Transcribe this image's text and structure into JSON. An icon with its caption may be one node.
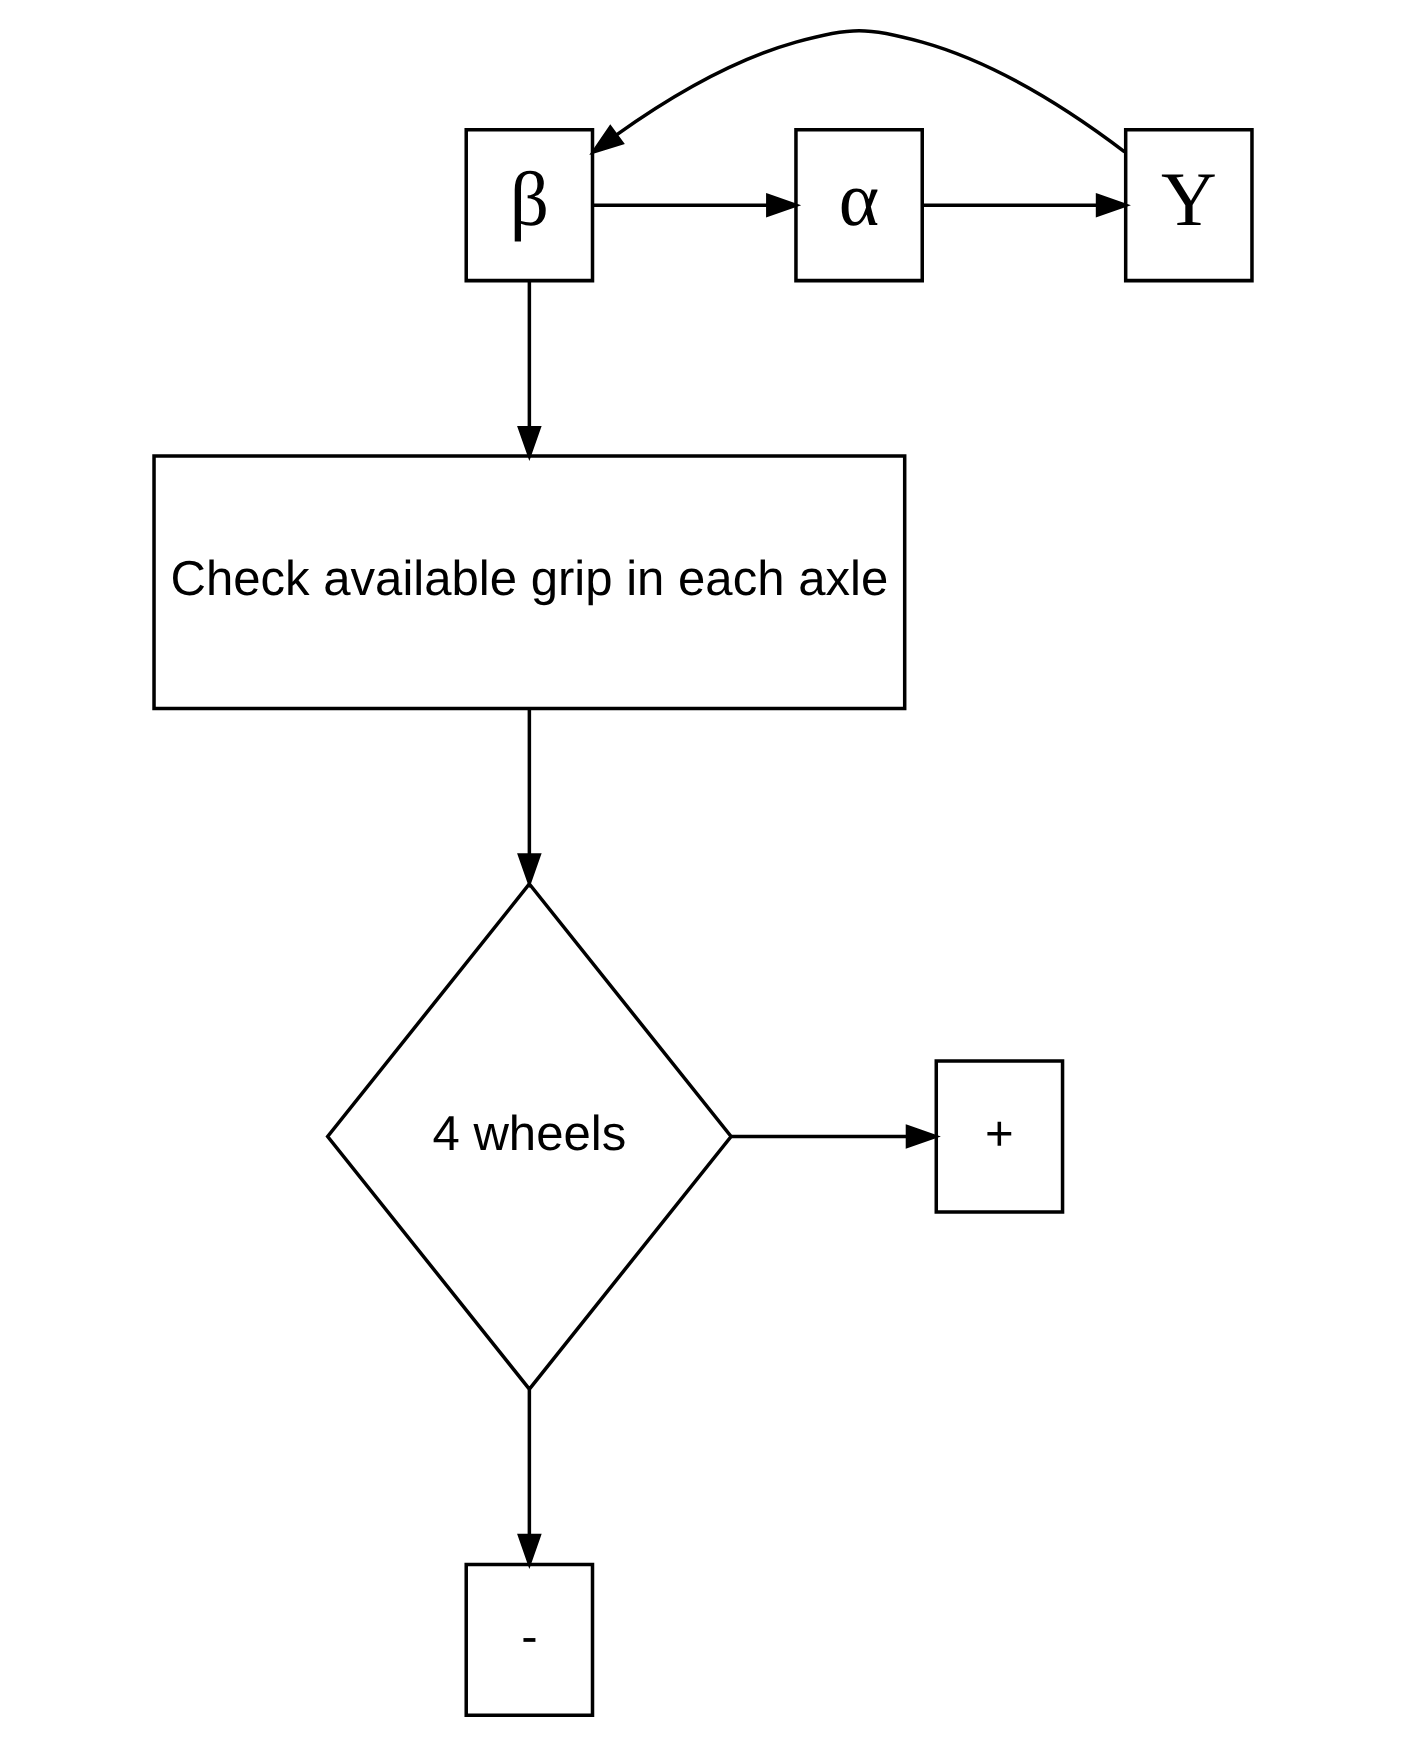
{
  "diagram": {
    "nodes": [
      {
        "text": [
          "β"
        ]
      },
      {
        "text": [
          "α"
        ]
      },
      {
        "text": [
          "Y"
        ]
      },
      {
        "text": [
          "Check available grip in each axle"
        ]
      },
      {
        "text": [
          "4 wheels"
        ]
      },
      {
        "text": [
          "+"
        ]
      },
      {
        "text": [
          "-"
        ]
      }
    ],
    "edges": [
      {
        "from": 0,
        "to": 1,
        "arrow": "to"
      },
      {
        "from": 1,
        "to": 2,
        "arrow": "to"
      },
      {
        "from": 2,
        "to": 0,
        "arrow": "to"
      },
      {
        "from": 0,
        "to": 3,
        "arrow": "to"
      },
      {
        "from": 3,
        "to": 4,
        "arrow": "to"
      },
      {
        "from": 4,
        "to": 5,
        "arrow": "to"
      },
      {
        "from": 4,
        "to": 6,
        "arrow": "to"
      }
    ]
  }
}
